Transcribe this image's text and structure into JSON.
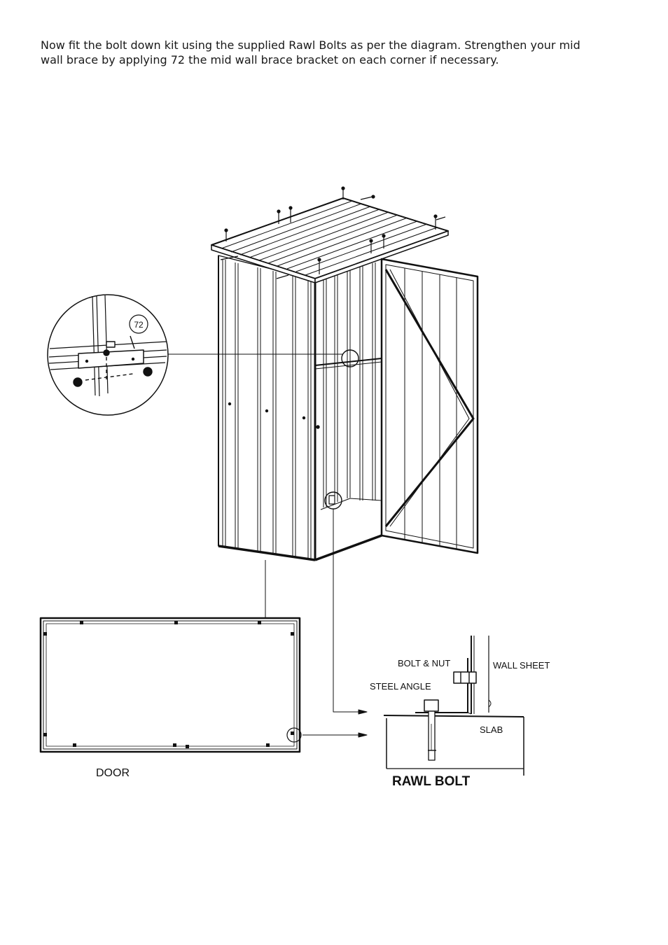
{
  "instructions": {
    "line1": "Now fit the bolt down kit using the supplied Rawl Bolts as per the diagram. Strengthen your mid",
    "line2": "wall brace by applying 72 the mid wall brace bracket on each corner if necessary."
  },
  "diagram": {
    "callout_part_number": "72",
    "door_label": "DOOR",
    "bolt_and_nut_label": "BOLT & NUT",
    "wall_sheet_label": "WALL SHEET",
    "steel_angle_label": "STEEL ANGLE",
    "slab_label": "SLAB",
    "rawl_bolt_label": "RAWL BOLT"
  }
}
